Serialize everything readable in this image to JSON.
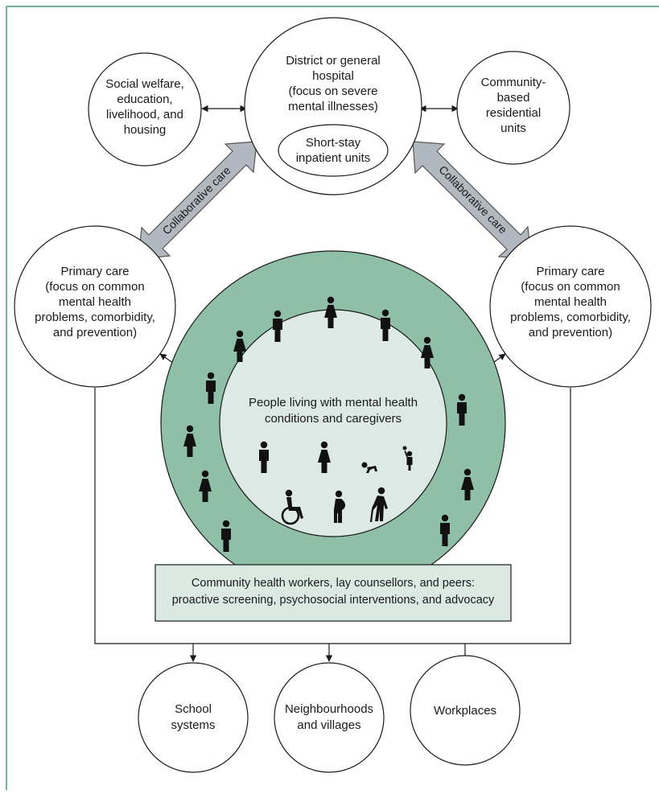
{
  "colors": {
    "frame": "#3d9a7e",
    "outer_ring": "#8fbfa6",
    "inner_circle": "#dde9e4",
    "community_box": "#dbe9e3",
    "arrow_fill": "#b1b8bf",
    "line": "#1a1a1a",
    "person": "#111111"
  },
  "nodes": {
    "hospital": [
      "District or general",
      "hospital",
      "(focus on severe",
      "mental illnesses)"
    ],
    "inpatient": [
      "Short-stay",
      "inpatient units"
    ],
    "social": [
      "Social welfare,",
      "education,",
      "livelihood, and",
      "housing"
    ],
    "community_residential": [
      "Community-",
      "based",
      "residential",
      "units"
    ],
    "primary_left": [
      "Primary care",
      "(focus on common",
      "mental health",
      "problems, comorbidity,",
      "and prevention)"
    ],
    "primary_right": [
      "Primary care",
      "(focus on common",
      "mental health",
      "problems, comorbidity,",
      "and prevention)"
    ],
    "center": [
      "People living with mental health",
      "conditions and caregivers"
    ],
    "community_workers": [
      "Community health workers, lay counsellors, and peers:",
      "proactive screening, psychosocial interventions, and advocacy"
    ],
    "school": [
      "School",
      "systems"
    ],
    "neighbourhoods": [
      "Neighbourhoods",
      "and villages"
    ],
    "workplaces": [
      "Workplaces"
    ]
  },
  "collab_left_label": "Collaborative care",
  "collab_right_label": "Collaborative care",
  "icons": {
    "ring_people": [
      "person-icon",
      "woman-icon",
      "person-icon",
      "woman-icon",
      "person-icon",
      "woman-icon",
      "person-icon",
      "woman-icon",
      "person-icon",
      "woman-icon",
      "person-icon",
      "woman-icon",
      "person-icon",
      "woman-icon"
    ],
    "center_people": [
      "person-icon",
      "woman-icon",
      "crawling-baby-icon",
      "child-icon",
      "wheelchair-user-icon",
      "pregnant-woman-icon",
      "older-person-with-cane-icon"
    ]
  }
}
